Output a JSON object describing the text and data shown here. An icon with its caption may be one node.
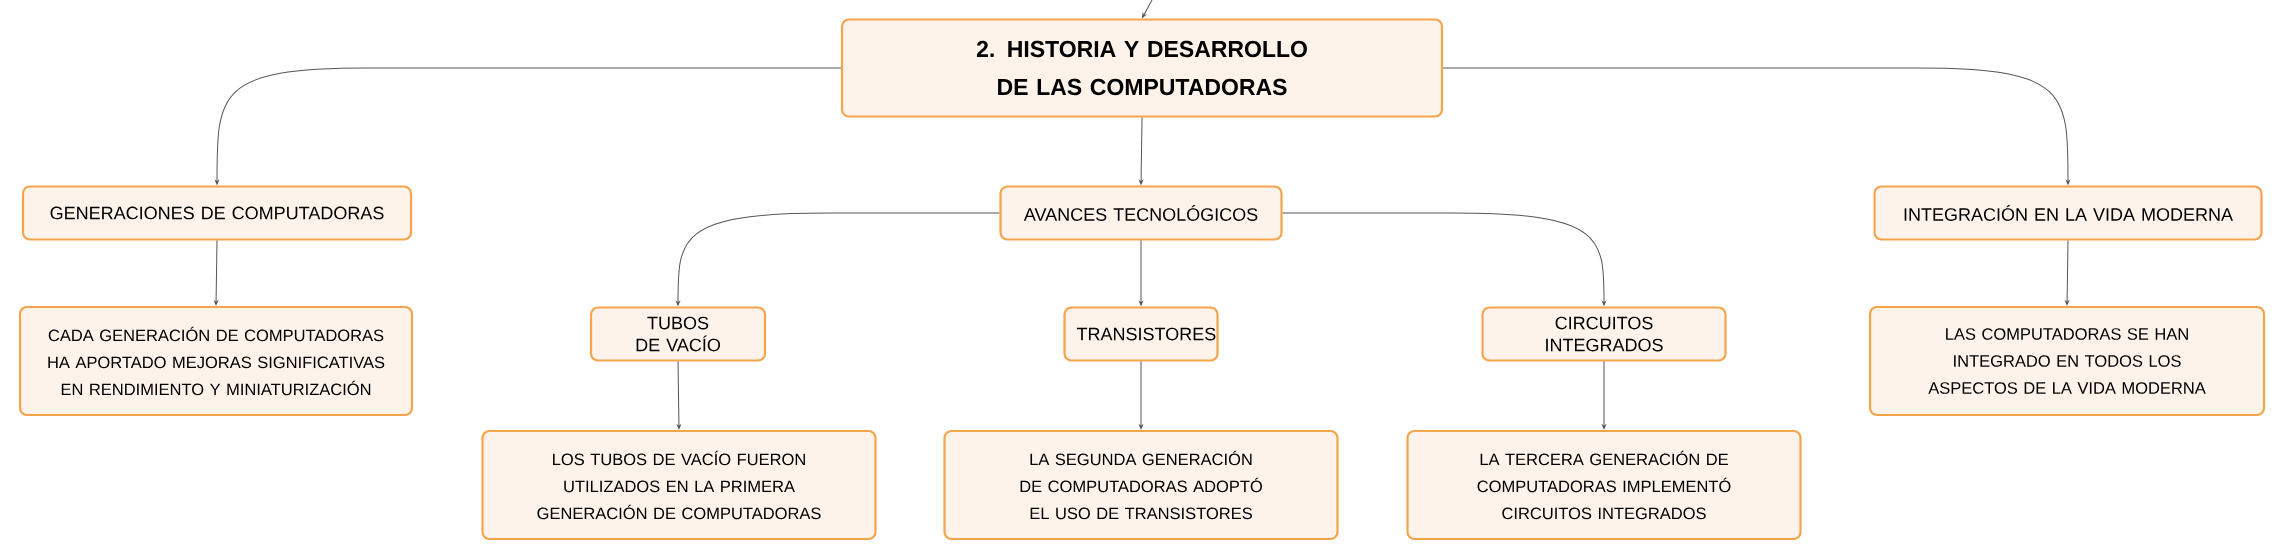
{
  "diagram": {
    "nodes": [
      {
        "text": [
          "2. HISTORIA Y DESARROLLO DE LAS COMPUTADORAS"
        ]
      },
      {
        "text": [
          "GENERACIONES DE COMPUTADORAS"
        ]
      },
      {
        "text": [
          "AVANCES TECNOLÓGICOS"
        ]
      },
      {
        "text": [
          "INTEGRACIÓN EN LA VIDA MODERNA"
        ]
      },
      {
        "text": [
          "CADA GENERACIÓN DE COMPUTADORAS HA APORTADO MEJORAS SIGNIFICATIVAS EN RENDIMIENTO Y MINIATURIZACIÓN"
        ]
      },
      {
        "text": [
          "TUBOS DE VACÍO"
        ]
      },
      {
        "text": [
          "TRANSISTORES"
        ]
      },
      {
        "text": [
          "CIRCUITOS INTEGRADOS"
        ]
      },
      {
        "text": [
          "LAS COMPUTADORAS SE HAN INTEGRADO EN TODOS LOS ASPECTOS DE LA VIDA MODERNA"
        ]
      },
      {
        "text": [
          "LOS TUBOS DE VACÍO FUERON UTILIZADOS EN LA PRIMERA GENERACIÓN DE COMPUTADORAS"
        ]
      },
      {
        "text": [
          "LA SEGUNDA GENERACIÓN DE COMPUTADORAS ADOPTÓ EL USO DE TRANSISTORES"
        ]
      },
      {
        "text": [
          "LA TERCERA GENERACIÓN DE COMPUTADORAS IMPLEMENTÓ CIRCUITOS INTEGRADOS"
        ]
      }
    ],
    "edges": [
      {
        "from": null,
        "to": 0,
        "arrow": "to"
      },
      {
        "from": 0,
        "to": 1,
        "arrow": "to"
      },
      {
        "from": 0,
        "to": 2,
        "arrow": "to"
      },
      {
        "from": 0,
        "to": 3,
        "arrow": "to"
      },
      {
        "from": 1,
        "to": 4,
        "arrow": "to"
      },
      {
        "from": 2,
        "to": 5,
        "arrow": "to"
      },
      {
        "from": 2,
        "to": 6,
        "arrow": "to"
      },
      {
        "from": 2,
        "to": 7,
        "arrow": "to"
      },
      {
        "from": 3,
        "to": 8,
        "arrow": "to"
      },
      {
        "from": 5,
        "to": 9,
        "arrow": "to"
      },
      {
        "from": 6,
        "to": 10,
        "arrow": "to"
      },
      {
        "from": 7,
        "to": 11,
        "arrow": "to"
      }
    ]
  }
}
